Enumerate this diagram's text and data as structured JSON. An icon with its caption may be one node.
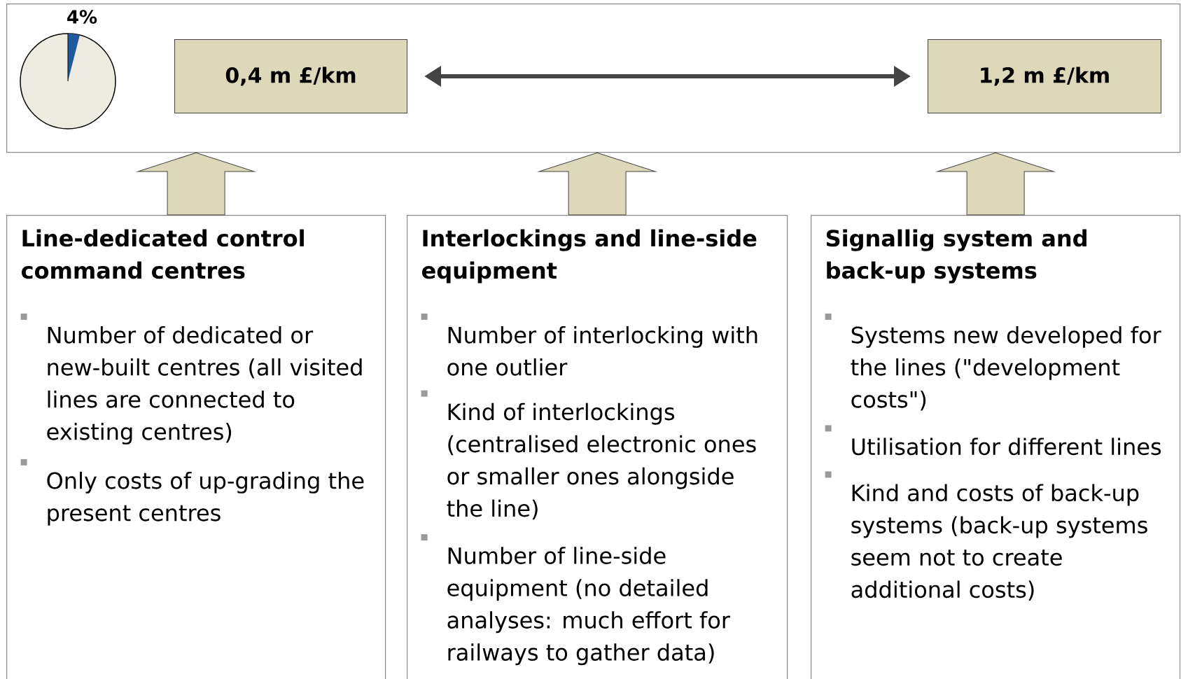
{
  "diagram": {
    "nodes": [
      {
        "text": [],
        "shape": "box"
      },
      {
        "text": [],
        "shape": "circle",
        "in": 0,
        "beside": [
          "4%"
        ]
      },
      {
        "text": [
          "0,4 m £/km"
        ],
        "in": 0
      },
      {
        "text": [
          "1,2 m £/km"
        ],
        "in": 0
      },
      {
        "text": [
          "Line-dedicated control command centres",
          "Number of dedicated or new-built centres (all visited lines are connected to existing centres)",
          "Only costs of up-grading the present centres"
        ]
      },
      {
        "text": [
          "Interlockings and line-side equipment",
          "Number of interlocking with one outlier",
          "Kind of interlockings (centralised electronic ones or smaller ones alongside the line)",
          "Number of line-side equipment (no detailed analyses: much effort for railways to gather data)"
        ]
      },
      {
        "text": [
          "Signallig system and back-up systems",
          "Systems new developed for the lines (\"development costs\")",
          "Utilisation for different lines",
          "Kind and costs of back-up systems (back-up systems seem not to create additional costs)"
        ]
      }
    ],
    "edges": [
      {
        "from": 2,
        "to": 3,
        "arrow": "both"
      },
      {
        "from": 4,
        "to": 0,
        "arrow": "to"
      },
      {
        "from": 5,
        "to": 0,
        "arrow": "to"
      },
      {
        "from": 6,
        "to": 0,
        "arrow": "to"
      }
    ]
  }
}
